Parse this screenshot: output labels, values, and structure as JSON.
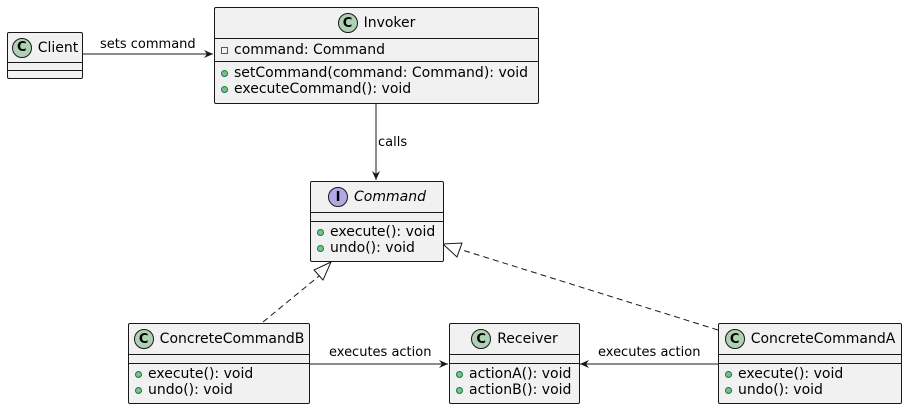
{
  "diagram": {
    "classes": {
      "client": {
        "name": "Client",
        "stereotype": "C"
      },
      "invoker": {
        "name": "Invoker",
        "stereotype": "C",
        "fields": [
          "command: Command"
        ],
        "methods": [
          "setCommand(command: Command): void",
          "executeCommand(): void"
        ]
      },
      "command": {
        "name": "Command",
        "stereotype": "I",
        "methods": [
          "execute(): void",
          "undo(): void"
        ]
      },
      "concrete_b": {
        "name": "ConcreteCommandB",
        "stereotype": "C",
        "methods": [
          "execute(): void",
          "undo(): void"
        ]
      },
      "receiver": {
        "name": "Receiver",
        "stereotype": "C",
        "methods": [
          "actionA(): void",
          "actionB(): void"
        ]
      },
      "concrete_a": {
        "name": "ConcreteCommandA",
        "stereotype": "C",
        "methods": [
          "execute(): void",
          "undo(): void"
        ]
      }
    },
    "relations": {
      "client_invoker": "sets command",
      "invoker_command": "calls",
      "b_receiver": "executes action",
      "a_receiver": "executes action"
    },
    "colors": {
      "class_fill": "#f1f1f1",
      "class_badge": "#add1b2",
      "interface_badge": "#b4a7e5",
      "line": "#181818"
    }
  }
}
